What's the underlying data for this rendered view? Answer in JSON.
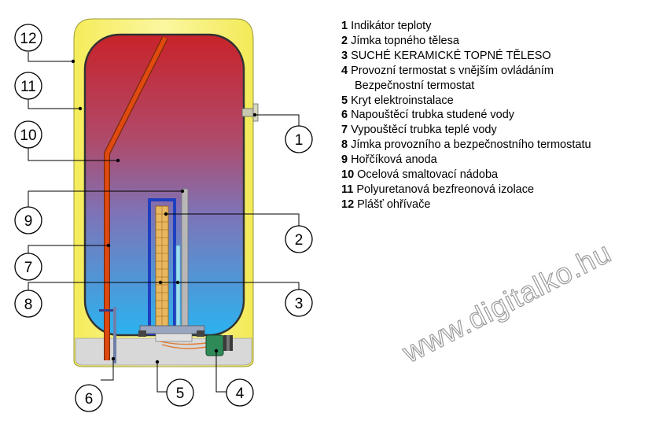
{
  "legend": {
    "items": [
      {
        "num": "1",
        "text": "Indikátor teploty"
      },
      {
        "num": "2",
        "text": "Jímka topného tělesa"
      },
      {
        "num": "3",
        "text": "SUCHÉ KERAMICKÉ TOPNÉ TĚLESO"
      },
      {
        "num": "4",
        "text": "Provozní termostat s vnějším ovládáním",
        "cont": "Bezpečnostní termostat"
      },
      {
        "num": "5",
        "text": "Kryt elektroinstalace"
      },
      {
        "num": "6",
        "text": "Napouštěcí trubka studené vody"
      },
      {
        "num": "7",
        "text": "Vypouštěcí trubka teplé vody"
      },
      {
        "num": "8",
        "text": "Jímka provozního a bezpečnostního termostatu"
      },
      {
        "num": "9",
        "text": "Hořčíková anoda"
      },
      {
        "num": "10",
        "text": "Ocelová smaltovací nádoba"
      },
      {
        "num": "11",
        "text": "Polyuretanová bezfreonová izolace"
      },
      {
        "num": "12",
        "text": "Plášť ohřívače"
      }
    ]
  },
  "callouts": {
    "c1": "1",
    "c2": "2",
    "c3": "3",
    "c4": "4",
    "c5": "5",
    "c6": "6",
    "c7": "7",
    "c8": "8",
    "c9": "9",
    "c10": "10",
    "c11": "11",
    "c12": "12"
  },
  "watermark": "www.digitalko.hu",
  "colors": {
    "casing": "#f7f17a",
    "tank_hot": "#c8232a",
    "tank_cold": "#2bb3f0",
    "hot_pipe": "#e04a10",
    "heater_sheath": "#1e3fbf",
    "heater_element": "#e8b860",
    "anode": "#b8b8b8",
    "thermostat": "#2e8b57"
  }
}
